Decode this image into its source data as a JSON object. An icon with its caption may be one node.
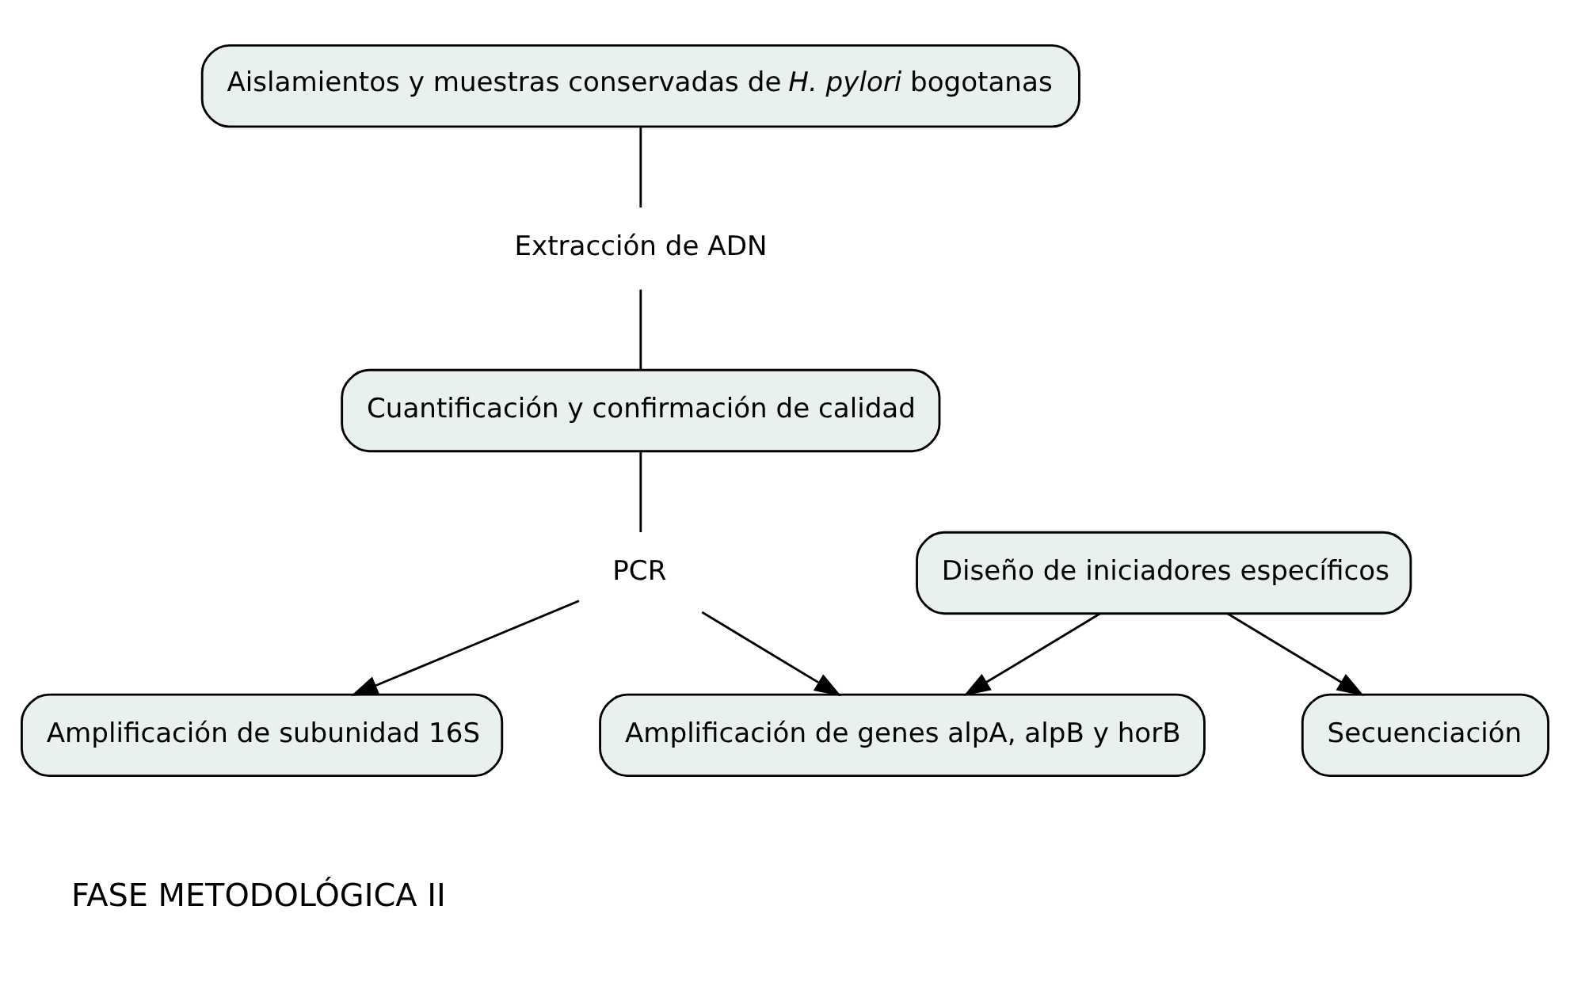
{
  "diagram": {
    "nodes": [
      {
        "text": [
          "Aislamientos y muestras conservadas de *H. pylori* bogotanas"
        ]
      },
      {
        "text": [
          "Extracción de ADN"
        ]
      },
      {
        "text": [
          "Cuantificación y confirmación de calidad"
        ]
      },
      {
        "text": [
          "PCR"
        ]
      },
      {
        "text": [
          "Amplificación de subunidad 16S"
        ]
      },
      {
        "text": [
          "Amplificación de genes alpA, alpB y horB"
        ]
      },
      {
        "text": [
          "Diseño de iniciadores específicos"
        ]
      },
      {
        "text": [
          "Secuenciación"
        ]
      }
    ],
    "edges": [
      {
        "from": 0,
        "to": 1,
        "arrow": "none"
      },
      {
        "from": 1,
        "to": 2,
        "arrow": "none"
      },
      {
        "from": 2,
        "to": 3,
        "arrow": "none"
      },
      {
        "from": 3,
        "to": 4,
        "arrow": "to"
      },
      {
        "from": 3,
        "to": 5,
        "arrow": "to"
      },
      {
        "from": 6,
        "to": 5,
        "arrow": "to"
      },
      {
        "from": 6,
        "to": 7,
        "arrow": "to"
      }
    ],
    "labels": [
      "FASE METODOLÓGICA II"
    ]
  }
}
